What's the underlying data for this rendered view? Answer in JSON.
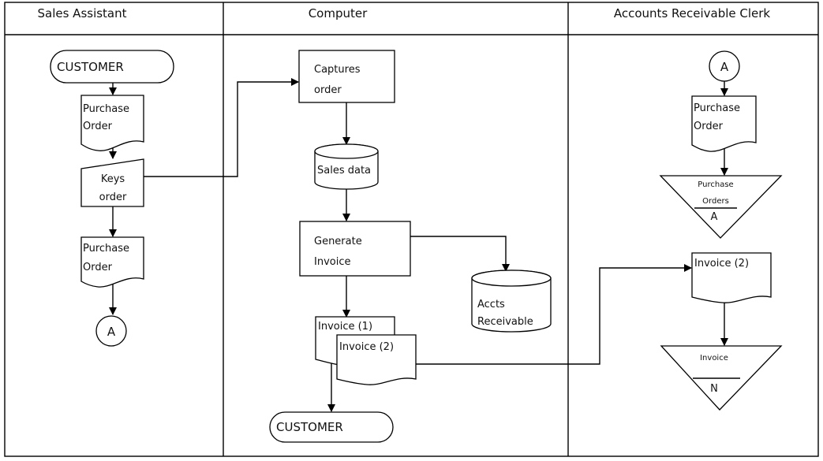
{
  "lanes": [
    {
      "title": "Sales Assistant"
    },
    {
      "title": "Computer"
    },
    {
      "title": "Accounts Receivable Clerk"
    }
  ],
  "sales_assistant": {
    "customer": "CUSTOMER",
    "purchase_order_1": [
      "Purchase",
      "Order"
    ],
    "keys_order": [
      "Keys",
      "order"
    ],
    "purchase_order_2": [
      "Purchase",
      "Order"
    ],
    "connector": "A"
  },
  "computer": {
    "captures_order": [
      "Captures",
      "order"
    ],
    "sales_data": "Sales data",
    "generate_invoice": [
      "Generate",
      "Invoice"
    ],
    "accts_receivable": [
      "Accts",
      "Receivable"
    ],
    "invoice_1": "Invoice (1)",
    "invoice_2": "Invoice (2)",
    "customer": "CUSTOMER"
  },
  "accounts_receivable": {
    "connector": "A",
    "purchase_order": [
      "Purchase",
      "Order"
    ],
    "file_purchase_orders": [
      "Purchase",
      "Orders"
    ],
    "file_purchase_orders_key": "A",
    "invoice_2": "Invoice (2)",
    "file_invoice": "Invoice",
    "file_invoice_key": "N"
  }
}
